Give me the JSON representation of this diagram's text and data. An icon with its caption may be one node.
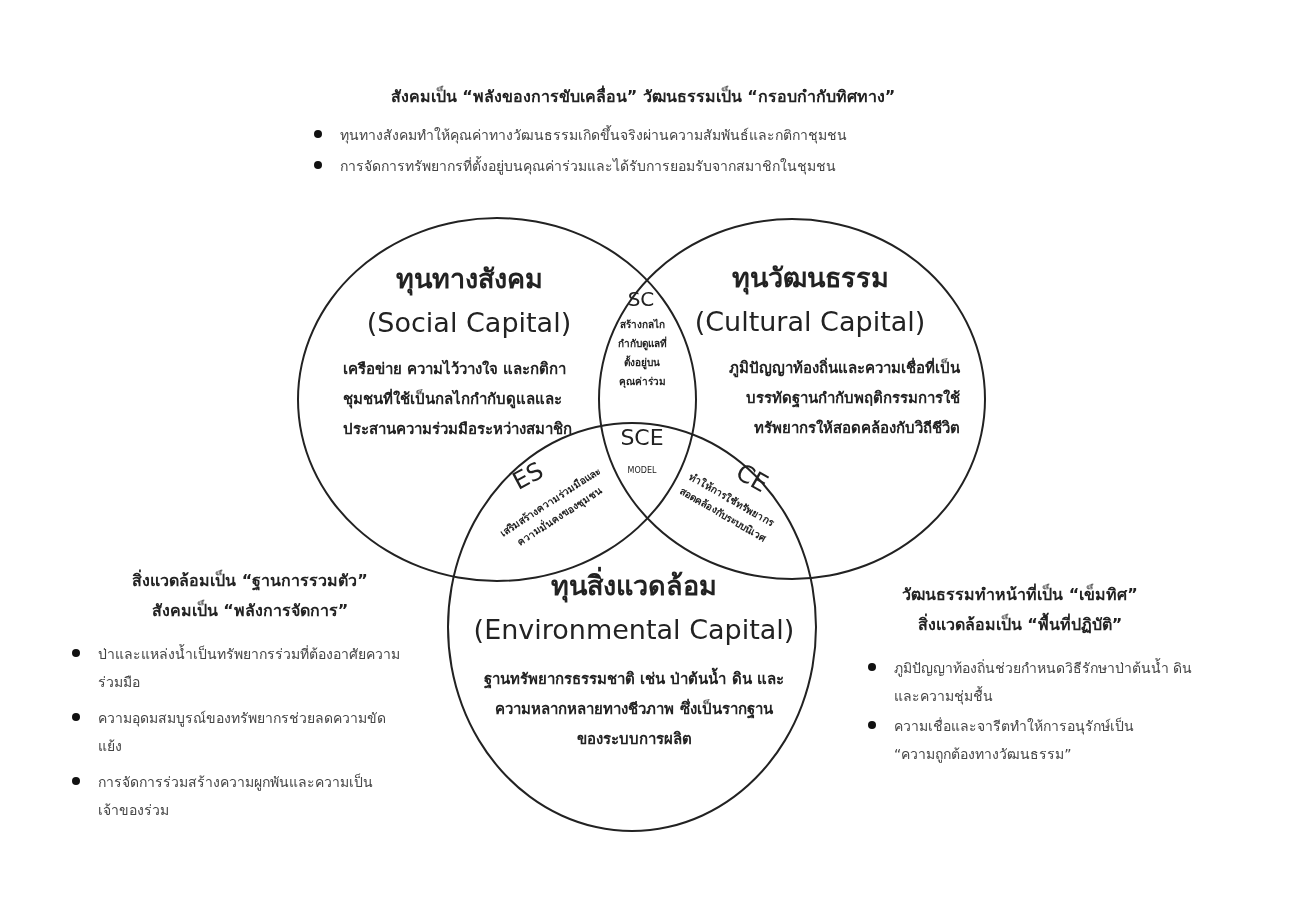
{
  "diagram": {
    "nodes": [
      {
        "text": [
          "ทุนทางสังคม",
          "(Social Capital)",
          "เครือข่าย ความไว้วางใจ และกติกาชุมชนที่ใช้เป็นกลไกกำกับดูแลและประสานความร่วมมือระหว่างสมาชิก"
        ]
      },
      {
        "text": [
          "ทุนวัฒนธรรม",
          "(Cultural Capital)",
          "ภูมิปัญญาท้องถิ่นและความเชื่อที่เป็นบรรทัดฐานกำกับพฤติกรรมการใช้ทรัพยากรให้สอดคล้องกับวิถีชีวิต"
        ]
      },
      {
        "text": [
          "ทุนสิ่งแวดล้อม",
          "(Environmental Capital)",
          "ฐานทรัพยากรธรรมชาติ เช่น ป่าต้นน้ำ ดิน และความหลากหลายทางชีวภาพ ซึ่งเป็นรากฐานของระบบการผลิต"
        ]
      }
    ],
    "labels": [
      "สังคมเป็น “พลังของการขับเคลื่อน” วัฒนธรรมเป็น “กรอบกำกับทิศทาง”",
      "ทุนทางสังคมทำให้คุณค่าทางวัฒนธรรมเกิดขึ้นจริงผ่านความสัมพันธ์และกติกาชุมชน",
      "การจัดการทรัพยากรที่ตั้งอยู่บนคุณค่าร่วมและได้รับการยอมรับจากสมาชิกในชุมชน",
      "SC",
      "สร้างกลไกกำกับดูแลที่ตั้งอยู่บนคุณค่าร่วม",
      "SCE",
      "MODEL",
      "ES",
      "เสริมสร้างความร่วมมือและความมั่นคงของชุมชน",
      "CE",
      "ทำให้การใช้ทรัพยากรสอดคล้องกับระบบนิเวศ",
      "สิ่งแวดล้อมเป็น “ฐานการรวมตัว”",
      "สังคมเป็น “พลังการจัดการ”",
      "ป่าและแหล่งน้ำเป็นทรัพยากรร่วมที่ต้องอาศัยความร่วมมือ",
      "ความอุดมสมบูรณ์ของทรัพยากรช่วยลดความขัดแย้ง",
      "การจัดการร่วมสร้างความผูกพันและความเป็นเจ้าของร่วม",
      "วัฒนธรรมทำหน้าที่เป็น “เข็มทิศ”",
      "สิ่งแวดล้อมเป็น “พื้นที่ปฏิบัติ”",
      "ภูมิปัญญาท้องถิ่นช่วยกำหนดวิธีรักษาป่าต้นน้ำ ดิน และความชุ่มชื้น",
      "ความเชื่อและจารีตทำให้การอนุรักษ์เป็น “ความถูกต้องทางวัฒนธรรม”"
    ]
  }
}
